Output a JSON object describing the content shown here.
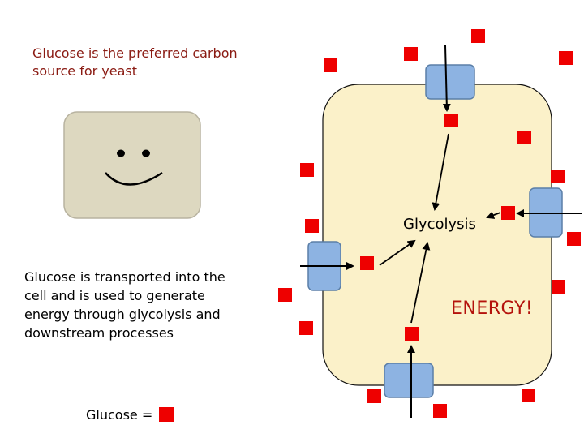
{
  "texts": {
    "title": "Glucose is the preferred carbon\nsource for yeast",
    "description": "Glucose is transported into the\ncell and is used to generate\nenergy through glycolysis and\ndownstream processes",
    "legend_label": "Glucose =",
    "glycolysis": "Glycolysis",
    "energy": "ENERGY!"
  },
  "colors": {
    "title_text": "#8a1a12",
    "energy_text": "#b4120c",
    "glucose": "#ee0000",
    "cell_fill": "#fbf1c9",
    "face_fill": "#ddd8c0",
    "transporter_fill": "#8db3e2",
    "transporter_stroke": "#5b7fa8"
  },
  "icons": {
    "face": "smiley-yeast-cell-icon",
    "transporter": "membrane-transporter-icon",
    "glucose": "red-square-glucose-icon"
  }
}
